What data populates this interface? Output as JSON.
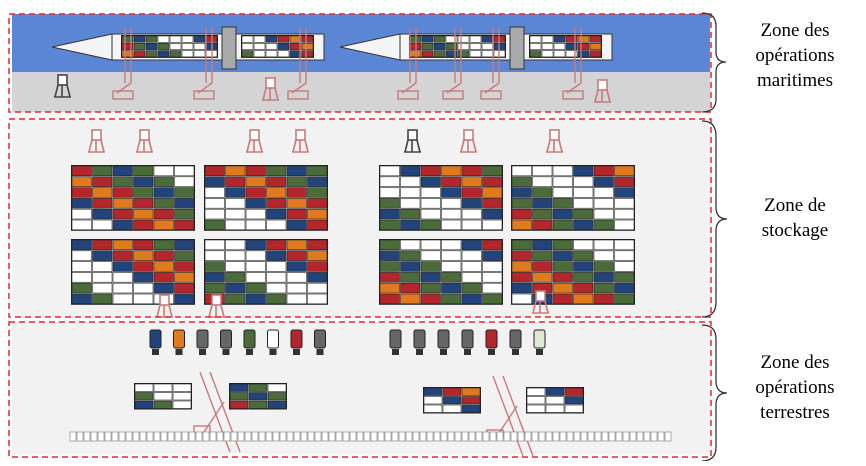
{
  "zones": [
    {
      "id": "maritime",
      "label_lines": [
        "Zone des",
        "opérations",
        "maritimes"
      ]
    },
    {
      "id": "storage",
      "label_lines": [
        "Zone de",
        "stockage"
      ]
    },
    {
      "id": "land",
      "label_lines": [
        "Zone des",
        "opérations",
        "terrestres"
      ]
    }
  ],
  "colors": {
    "sea": "#5b86d6",
    "quay": "#d4d4d4",
    "yard": "#f2f2f2",
    "border_dash": "#e8262b",
    "crane": "#c97a7a",
    "container_red": "#b3262c",
    "container_blue": "#22447a",
    "container_green": "#4b6b3a",
    "container_orange": "#e07a1e",
    "container_white": "#ffffff"
  },
  "icons": [
    "ship",
    "quay-crane",
    "straddle-carrier",
    "truck",
    "rail-track",
    "yard-crane"
  ]
}
